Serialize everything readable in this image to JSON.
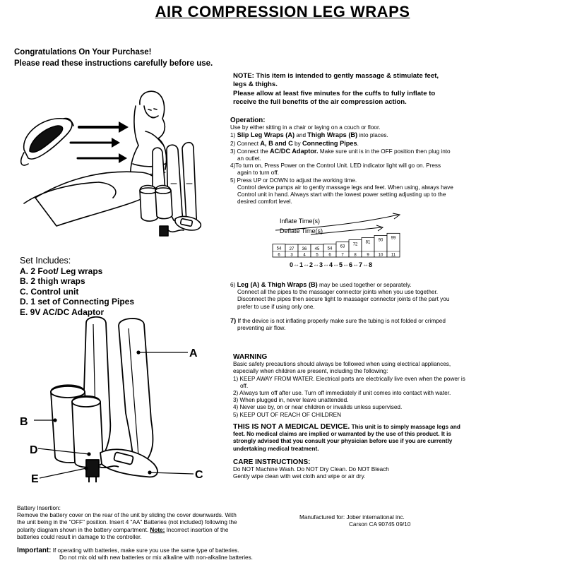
{
  "title": "AIR COMPRESSION LEG WRAPS",
  "greeting": {
    "line1": "Congratulations On Your Purchase!",
    "line2": "Please read these instructions carefully before use."
  },
  "note": {
    "line1": "NOTE: This item is intended to gently massage & stimulate feet,",
    "line2": "legs & thighs.",
    "line3": "Please allow at least five minutes for the cuffs to fully inflate to",
    "line4": "receive the full benefits of the air compression action."
  },
  "operation": {
    "heading": "Operation:",
    "intro": "Use by either sitting in a chair or laying on a couch or floor.",
    "s1_pre": "1) ",
    "s1_b1": "Slip Leg Wraps (A)",
    "s1_mid": " and ",
    "s1_b2": "Thigh Wraps (B)",
    "s1_post": " into places.",
    "s2_pre": "2) Connect ",
    "s2_b1": "A, B and C",
    "s2_mid": " by ",
    "s2_b2": "Connecting Pipes",
    "s2_post": ".",
    "s3_pre": "3) Connect the ",
    "s3_b1": "AC/DC Adaptor.",
    "s3_post": " Make sure unit is in the OFF position then plug into an outlet.",
    "s4": "4)To turn on, Press Power on the Control Unit.  LED indicator light will go on. Press again to turn off.",
    "s5a": "5) Press UP or DOWN to adjust the working time.",
    "s5b": "Control device pumps air to gently massage legs and feet.  When using, always have Control unit in hand. Always start with the lowest power setting adjusting up to the desired comfort level."
  },
  "chart": {
    "inflate_label": "Inflate Time(s)",
    "deflate_label": "Deflate Time(s)",
    "levels_label": "0⇔1⇔2⇔3⇔4⇔5⇔6⇔7⇔8"
  },
  "chart_data": {
    "type": "bar",
    "title": "",
    "series": [
      {
        "name": "Inflate Time(s)",
        "values": [
          54,
          27,
          36,
          45,
          54,
          63,
          72,
          81,
          90,
          99
        ]
      },
      {
        "name": "Deflate Time(s)",
        "values": [
          6,
          3,
          4,
          5,
          6,
          7,
          8,
          9,
          10,
          11
        ]
      }
    ]
  },
  "set_includes": {
    "heading": "Set Includes:",
    "items": [
      "A.  2 Foot/ Leg wraps",
      "B.  2 thigh wraps",
      "C.  Control unit",
      "D.  1 set of Connecting Pipes",
      "E.  9V AC/DC Adaptor"
    ]
  },
  "leg_thigh": {
    "s6_pre": "6) ",
    "s6_b": "Leg (A) & Thigh Wraps (B)",
    "s6_post": " may be used together or separately.",
    "s6_body": "Connect all the pipes to the massager connector joints when you use together. Disconnect the pipes then secure tight to massager connector joints of the part you prefer to use if using only one.",
    "s7_pre": "7)",
    "s7_body": " If the device is not inflating properly make sure the tubing is not folded or crimped preventing air flow."
  },
  "warning": {
    "heading": "WARNING",
    "intro": "Basic safety precautions should always be followed when using electrical appliances, especially when children are present, including the following:",
    "items": [
      "1) KEEP AWAY FROM WATER.  Electrical parts are electrically live even when the power is off.",
      "2) Always turn off after use. Turn off immediately if unit comes into contact with water.",
      "3) When plugged in, never leave unattended.",
      "4) Never use by, on or near children or invalids unless supervised.",
      "5) KEEP OUT OF REACH OF CHILDREN"
    ]
  },
  "medical": {
    "big": "THIS IS NOT A MEDICAL DEVICE.",
    "body": " This unit is to simply massage legs and feet.  No medical claims are implied or warranted by the use of this product.  It is strongly advised that you consult your physician before use if you are currently undertaking medical treatment."
  },
  "care": {
    "heading": "CARE INSTRUCTIONS:",
    "line1": "Do NOT Machine Wash.  Do NOT Dry Clean. Do NOT Bleach",
    "line2": "Gently wipe clean with wet cloth and wipe or air dry."
  },
  "battery": {
    "heading": "Battery Insertion:",
    "body_pre": "Remove the battery cover on the rear of the unit by sliding the cover downwards. With the unit being in the \"OFF\" position. Insert  4 \"AA\" Batteries (not included) following the polarity diagram shown in the battery compartment. ",
    "note": "Note:",
    "body_post": " Incorrect insertion of the batteries could result in damage to the controller."
  },
  "manufacturer": {
    "label": "Manufactured for:  Jober international inc.",
    "address": "Carson CA 90745   09/10"
  },
  "important": {
    "heading": "Important:",
    "line1": " If operating with batteries, make sure you use the same type of batteries.",
    "line2": "Do not mix old with new batteries or mix alkaline with non-alkaline batteries."
  },
  "diagram_labels": {
    "a": "A",
    "b": "B",
    "c": "C",
    "d": "D",
    "e": "E"
  }
}
